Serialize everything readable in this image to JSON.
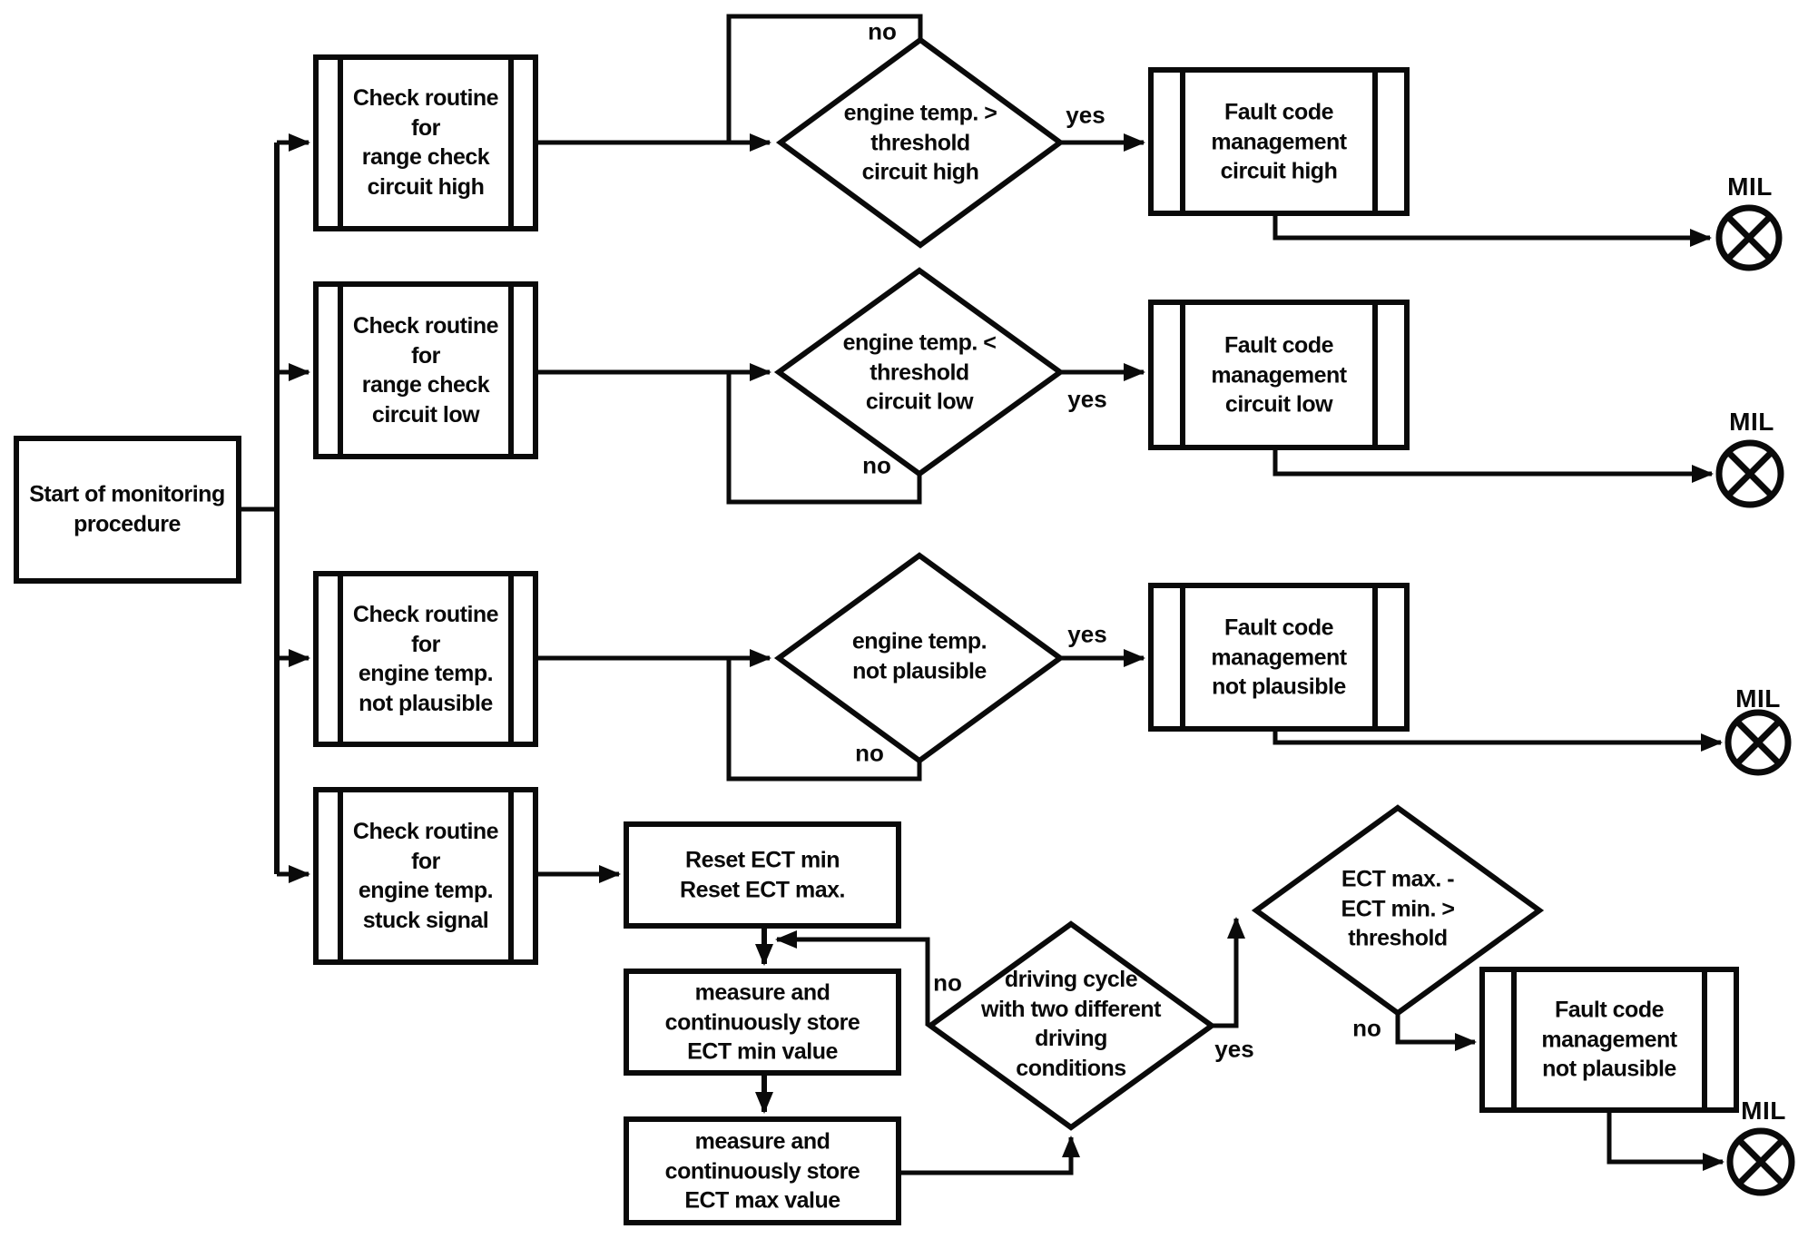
{
  "colors": {
    "ink": "#0a0a0a",
    "background": "#ffffff"
  },
  "flowchart": {
    "start": "Start of monitoring\nprocedure",
    "check_routines": [
      "Check routine\nfor\nrange check\ncircuit high",
      "Check routine\nfor\nrange check\ncircuit low",
      "Check routine\nfor\nengine temp.\nnot plausible",
      "Check routine\nfor\nengine temp.\nstuck signal"
    ],
    "decisions": [
      "engine temp. >\nthreshold\ncircuit high",
      "engine temp. <\nthreshold\ncircuit low",
      "engine temp.\nnot plausible",
      "driving cycle\nwith two different\ndriving\nconditions",
      "ECT max. -\nECT min. >\nthreshold"
    ],
    "fault_boxes": [
      "Fault code\nmanagement\ncircuit high",
      "Fault code\nmanagement\ncircuit low",
      "Fault code\nmanagement\nnot plausible",
      "Fault code\nmanagement\nnot plausible"
    ],
    "steps": {
      "reset": "Reset ECT min\nReset ECT max.",
      "measure_min": "measure and\ncontinuously store\nECT min value",
      "measure_max": "measure and\ncontinuously store\nECT max value"
    },
    "labels": {
      "yes": "yes",
      "no": "no",
      "mil": "MIL"
    }
  }
}
